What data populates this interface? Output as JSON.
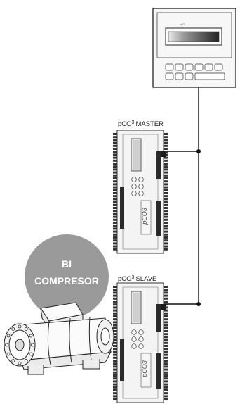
{
  "master": {
    "prefix": "pCO",
    "superscript": "3",
    "role": "MASTER"
  },
  "slave": {
    "prefix": "pCO",
    "superscript": "3",
    "role": "SLAVE"
  },
  "badge": {
    "line1": "BI",
    "line2": "COMPRESOR",
    "color": "#9a9a9a"
  },
  "controller_brand": "pCO",
  "colors": {
    "line": "#111111",
    "device_fill": "#f4f4f4",
    "device_stroke": "#333333"
  }
}
